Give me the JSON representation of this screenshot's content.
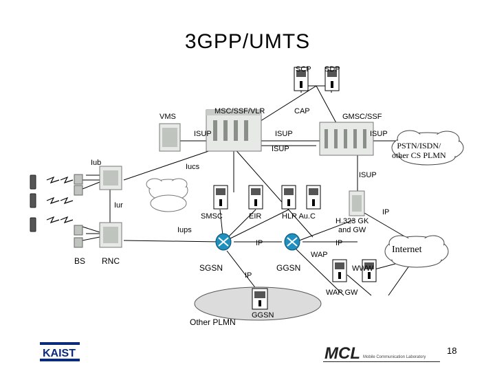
{
  "title": "3GPP/UMTS",
  "page_number": "18",
  "footer": {
    "left_logo_text": "KAIST",
    "right_logo_text": "MCL",
    "right_logo_caption": "Mobile Communication Laboratory"
  },
  "nodes": {
    "scp": "SCP",
    "sdp": "SDP",
    "vms": "VMS",
    "msc": "MSC/SSF/VLR",
    "cap": "CAP",
    "gmsc": "GMSC/SSF",
    "pstn": "PSTN/ISDN/\nother CS PLMN",
    "smsc": "SMSC",
    "eir": "EIR",
    "hlr": "HLR  Au.C",
    "h323": "H.323 GK\nand GW",
    "sgsn": "SGSN",
    "ggsn": "GGSN",
    "ggsn_other": "GGSN",
    "other_plmn": "Other PLMN",
    "internet": "Internet",
    "www": "WWW",
    "wap_gw": "WAP GW",
    "bs": "BS",
    "rnc": "RNC"
  },
  "links": {
    "isup1": "ISUP",
    "isup2": "ISUP",
    "isup3": "ISUP",
    "isup4": "ISUP",
    "isup5": "ISUP",
    "iub": "Iub",
    "iucs": "Iucs",
    "iur": "Iur",
    "iups": "Iups",
    "ip1": "IP",
    "ip2": "IP",
    "ip3": "IP",
    "ip4": "IP",
    "wap": "WAP"
  },
  "colors": {
    "line": "#000000",
    "server_light": "#e6e9e6",
    "server_dark": "#8a8f8a",
    "router": "#1f8fbf",
    "plmn_ellipse": "#dcdcdc"
  }
}
